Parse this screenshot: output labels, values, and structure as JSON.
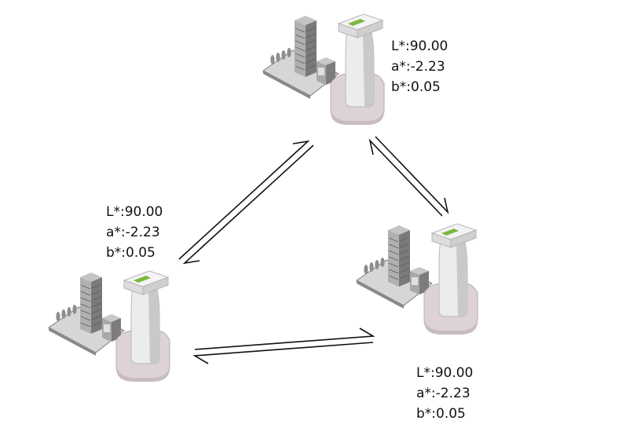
{
  "colors": {
    "line": "#111111",
    "device_body": "#ececec",
    "device_shade": "#c9c9c9",
    "cradle": "#ddd3d5",
    "cradle_shade": "#c8bcbf",
    "window_green": "#7ab83f",
    "building": "#9a9a9a",
    "building_dark": "#6f6f6f",
    "ground": "#8a8a8a"
  },
  "icons": [
    "colorimeter-station-icon",
    "building-icon",
    "double-arrow-icon"
  ],
  "stations": [
    {
      "name": "top",
      "readings": {
        "L": "L*:90.00",
        "a": "a*:-2.23",
        "b": "b*:0.05"
      }
    },
    {
      "name": "left",
      "readings": {
        "L": "L*:90.00",
        "a": "a*:-2.23",
        "b": "b*:0.05"
      }
    },
    {
      "name": "right",
      "readings": {
        "L": "L*:90.00",
        "a": "a*:-2.23",
        "b": "b*:0.05"
      }
    }
  ]
}
